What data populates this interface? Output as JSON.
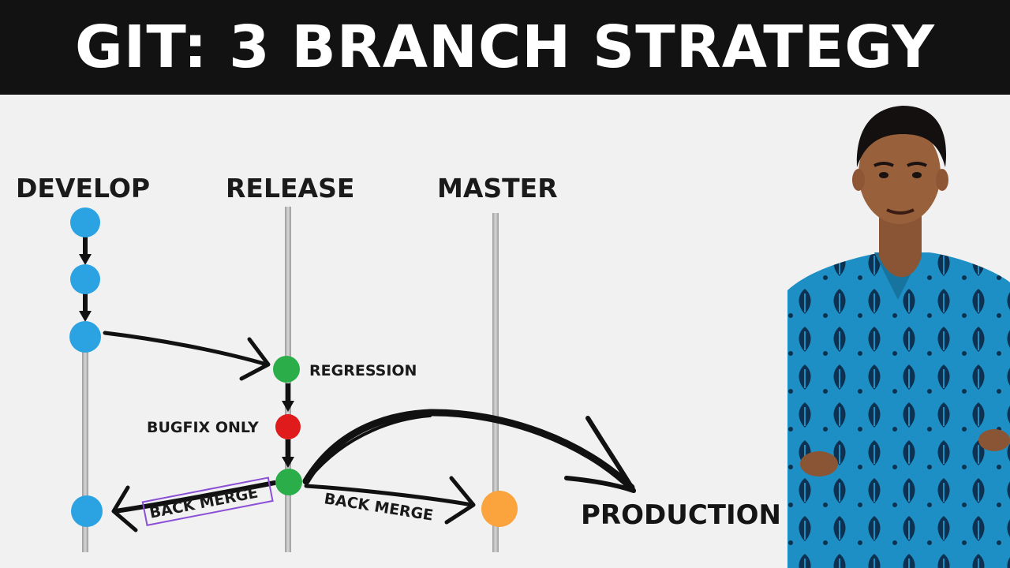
{
  "title": "GIT: 3 BRANCH STRATEGY",
  "branches": {
    "develop": "DEVELOP",
    "release": "RELEASE",
    "master": "MASTER"
  },
  "labels": {
    "regression": "REGRESSION",
    "bugfix_only": "BUGFIX ONLY",
    "back_merge_develop": "BACK MERGE",
    "back_merge_master": "BACK MERGE",
    "production": "PRODUCTION"
  },
  "colors": {
    "develop_commit": "#2ba3e3",
    "release_commit": "#2bae4a",
    "bugfix_commit": "#e01b1b",
    "master_commit": "#fba33c",
    "back_merge_box": "#8a4fd6",
    "shirt": "#1e8fc4"
  },
  "icons": {
    "presenter": "person-arms-crossed"
  }
}
